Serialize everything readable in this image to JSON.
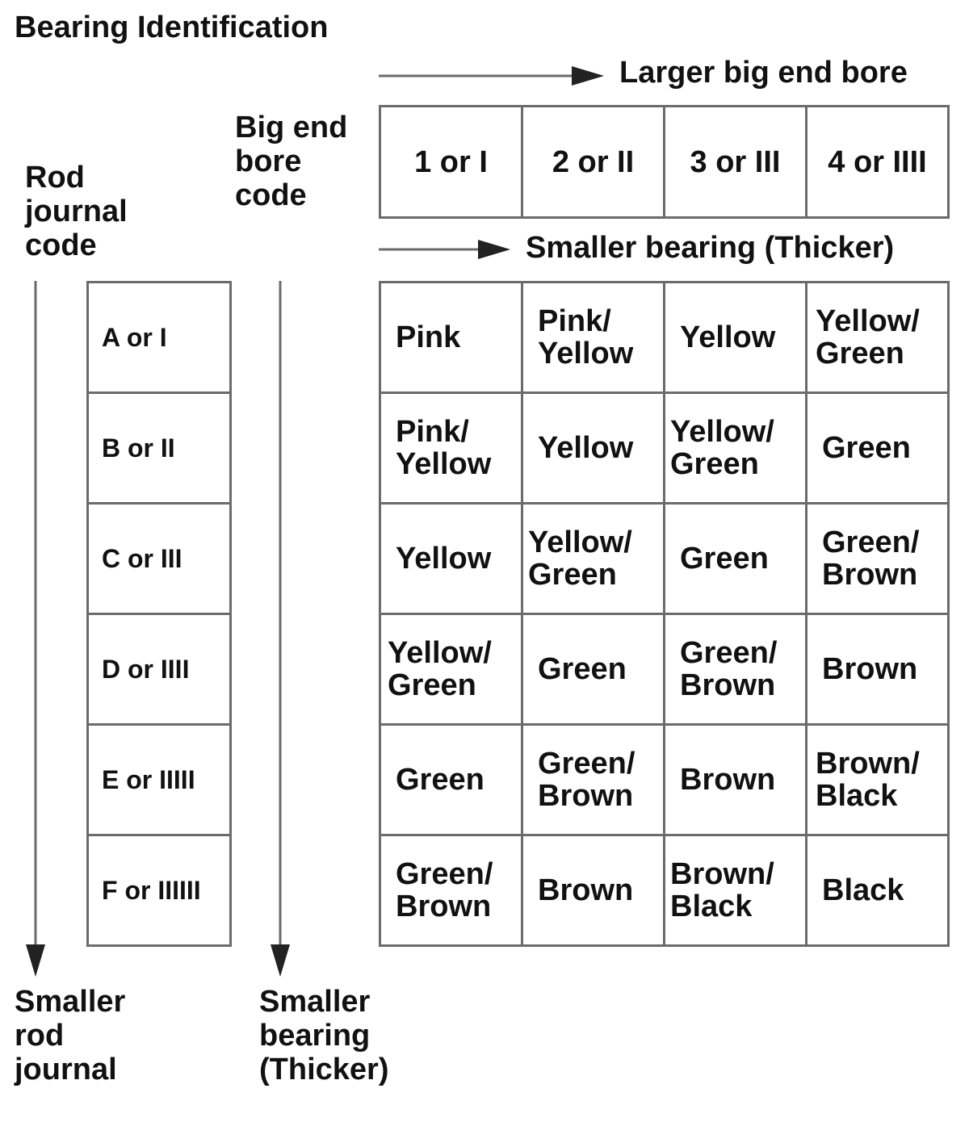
{
  "title": "Bearing Identification",
  "top_arrow_label": "Larger big end bore",
  "middle_arrow_label": "Smaller bearing (Thicker)",
  "rod_journal_label": "Rod\njournal\ncode",
  "big_end_bore_label": "Big end\nbore\ncode",
  "left_bottom_label": "Smaller\nrod\njournal",
  "middle_bottom_label": "Smaller\nbearing\n(Thicker)",
  "bore_codes": [
    "1 or I",
    "2 or II",
    "3 or III",
    "4 or IIII"
  ],
  "journal_codes": [
    "A or I",
    "B or II",
    "C or III",
    "D or IIII",
    "E or IIIII",
    "F or IIIIII"
  ],
  "bearing_colors": [
    [
      "Pink",
      "Pink/\nYellow",
      "Yellow",
      "Yellow/\nGreen"
    ],
    [
      "Pink/\nYellow",
      "Yellow",
      "Yellow/\nGreen",
      "Green"
    ],
    [
      "Yellow",
      "Yellow/\nGreen",
      "Green",
      "Green/\nBrown"
    ],
    [
      "Yellow/\nGreen",
      "Green",
      "Green/\nBrown",
      "Brown"
    ],
    [
      "Green",
      "Green/\nBrown",
      "Brown",
      "Brown/\nBlack"
    ],
    [
      "Green/\nBrown",
      "Brown",
      "Brown/\nBlack",
      "Black"
    ]
  ],
  "colors": {
    "text": "#111111",
    "grid_line": "#6b6b6b",
    "arrow": "#6b6b6b",
    "arrow_head": "#222222"
  }
}
